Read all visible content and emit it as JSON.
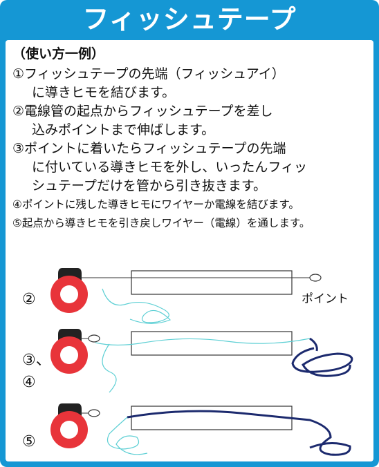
{
  "header": {
    "title": "フィッシュテープ"
  },
  "usage": {
    "heading": "（使い方一例）",
    "steps": [
      {
        "line1": "①フィッシュテープの先端（フィッシュアイ）",
        "line2": "に導きヒモを結びます。"
      },
      {
        "line1": "②電線管の起点からフィッシュテープを差し",
        "line2": "込みポイントまで伸ばします。"
      },
      {
        "line1": "③ポイントに着いたらフィッシュテープの先端",
        "line2": "に付いている導きヒモを外し、いったんフィッ",
        "line3": "シュテープだけを管から引き抜きます。"
      },
      {
        "line1": "④ポイントに残した導きヒモにワイヤーか電線を結びます。"
      },
      {
        "line1": "⑤起点から導きヒモを引き戻しワイヤー（電線）を通します。"
      }
    ]
  },
  "diagrams": {
    "labels": {
      "d1": "②",
      "d2a": "③、",
      "d2b": "④",
      "d3": "⑤"
    },
    "point_label": "ポイント"
  },
  "colors": {
    "brand_blue": "#1597d4",
    "reel_red": "#e8343a",
    "string_cyan": "#5ccfd4",
    "wire_navy": "#1c2a6e"
  }
}
